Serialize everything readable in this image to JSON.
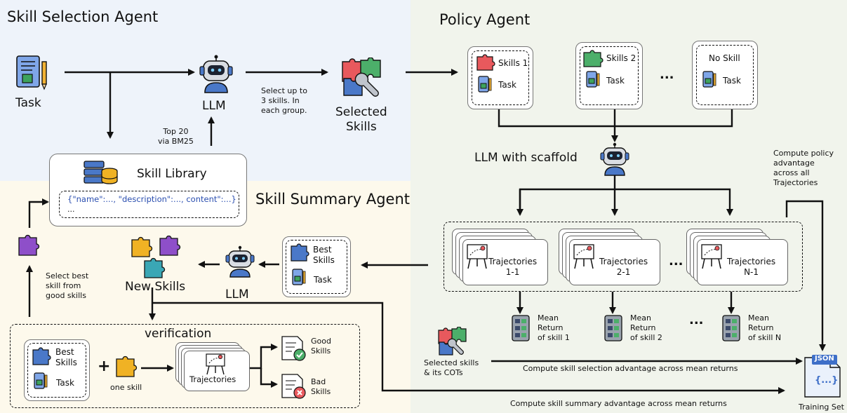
{
  "sections": {
    "skill_selection": "Skill Selection Agent",
    "policy": "Policy Agent",
    "skill_summary": "Skill Summary Agent"
  },
  "selection": {
    "task": "Task",
    "llm": "LLM",
    "select_note": "Select up to\n3 skills. In\neach group.",
    "selected_skills": "Selected\nSkills",
    "retrieval_note": "Top 20\nvia BM25",
    "library_title": "Skill Library",
    "library_entry": "{\"name\":..., \"description\":..., content\":...}",
    "library_more": "..."
  },
  "policy": {
    "inputs": [
      {
        "skill": "Skills 1",
        "task": "Task"
      },
      {
        "skill": "Skills 2",
        "task": "Task"
      },
      {
        "skill": "No Skill",
        "task": "Task"
      }
    ],
    "ellipsis": "...",
    "llm_scaffold": "LLM with scaffold",
    "trajectories": [
      "Trajectories\n1-1",
      "Trajectories\n2-1",
      "Trajectories\nN-1"
    ],
    "mean_returns": [
      "Mean\nReturn\nof skill 1",
      "Mean\nReturn\nof skill 2",
      "Mean\nReturn\nof skill N"
    ],
    "policy_adv": "Compute policy\nadvantage\nacross all\nTrajectories",
    "selected_cots": "Selected skills\n& its COTs",
    "selection_adv": "Compute skill selection advantage across mean returns",
    "summary_adv": "Compute skill summary advantage across mean returns",
    "json_badge": "JSON",
    "json_body": "{...}",
    "training_set": "Training Set"
  },
  "summary": {
    "best_skills": "Best\nSkills",
    "task": "Task",
    "llm": "LLM",
    "new_skills": "New Skills",
    "select_best": "Select best\nskill from\ngood skills",
    "verification": "verification",
    "plus": "+",
    "one_skill": "one skill",
    "trajectories": "Trajectories",
    "good_skills": "Good\nSkills",
    "bad_skills": "Bad\nSkills"
  },
  "colors": {
    "selection_bg": "#eef3fa",
    "policy_bg": "#f1f4ec",
    "summary_bg": "#fdf9ec",
    "puzzle_red": "#e8595d",
    "puzzle_green": "#4caf6a",
    "puzzle_blue": "#4a78c8",
    "puzzle_purple": "#8e4fc9",
    "puzzle_yellow": "#f0b224",
    "puzzle_teal": "#3aa7b5",
    "code_blue": "#2b4fb0"
  }
}
